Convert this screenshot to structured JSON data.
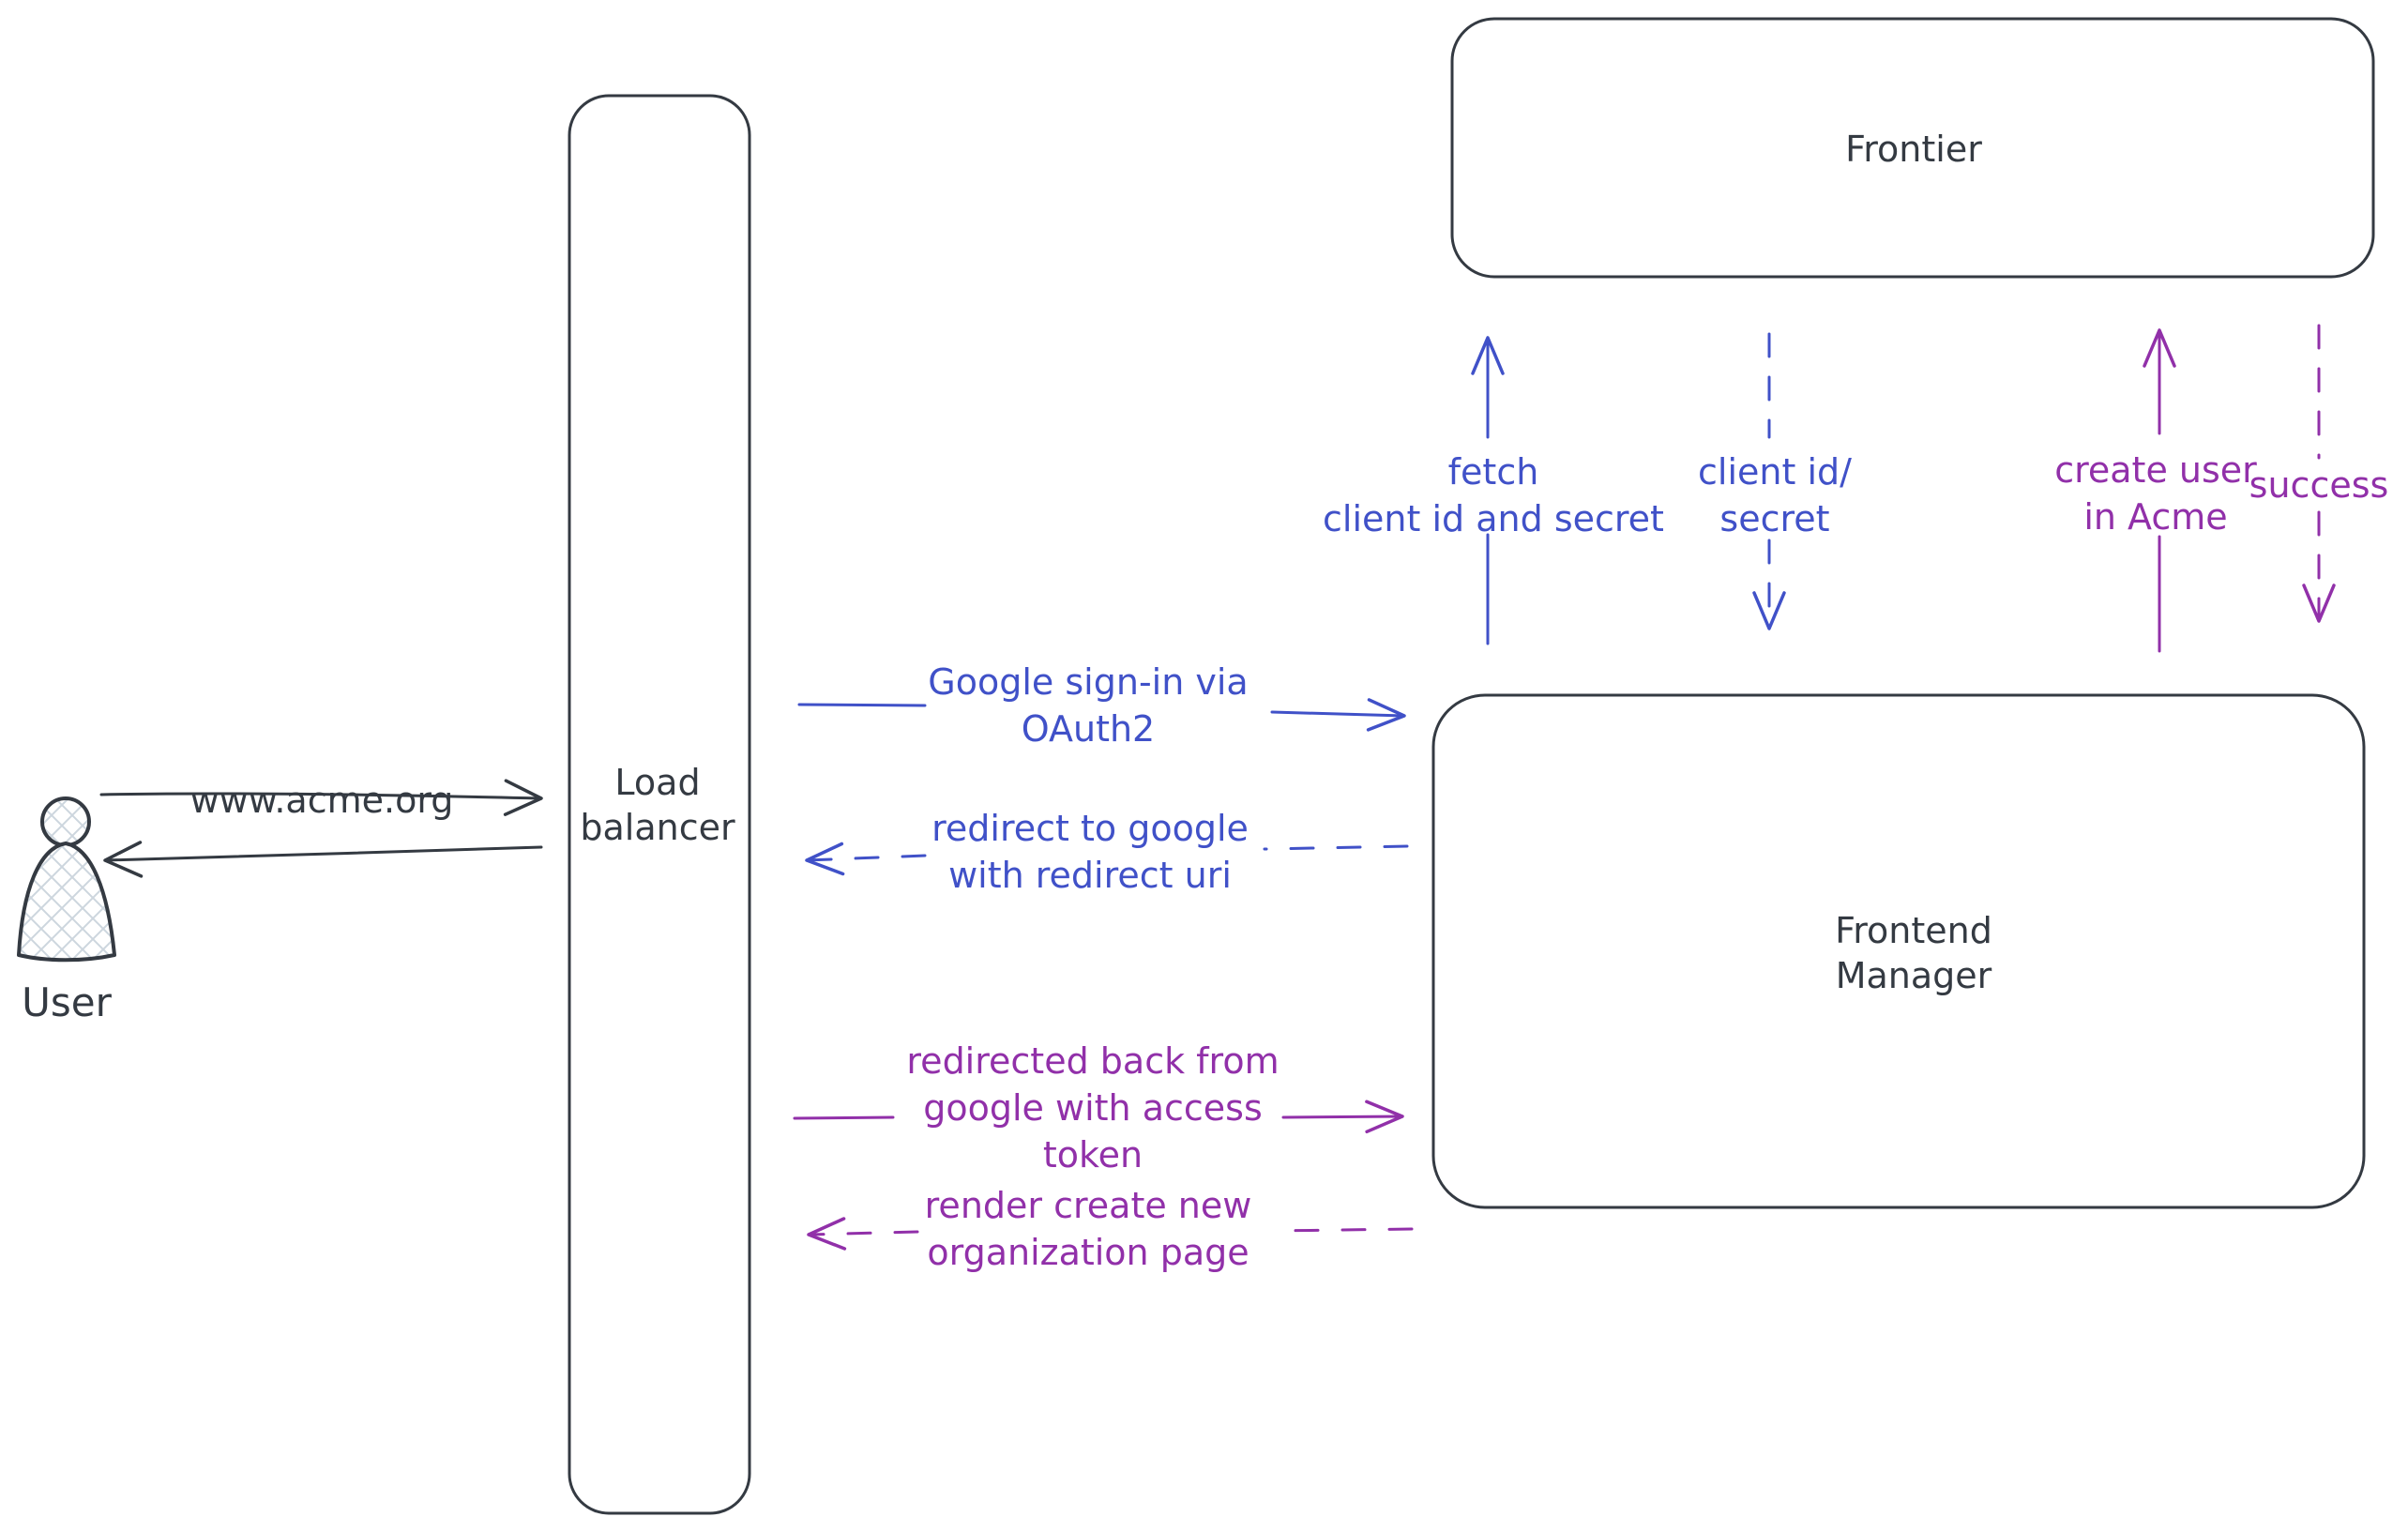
{
  "colors": {
    "stroke": "#343a42",
    "blue": "#4051c8",
    "purple": "#9130a9",
    "hatch": "#cdd6de",
    "background": "#ffffff"
  },
  "nodes": {
    "user": {
      "label": "User"
    },
    "load_balancer": {
      "label": "Load\nbalancer"
    },
    "frontier": {
      "label": "Frontier"
    },
    "frontend_manager": {
      "label": "Frontend\nManager"
    }
  },
  "edges": {
    "www_acme": {
      "label": "www.acme.org",
      "style": "solid",
      "color": "dark"
    },
    "response_to_user": {
      "label": "",
      "style": "solid",
      "color": "dark"
    },
    "google_signin": {
      "label": "Google sign-in via\nOAuth2",
      "style": "solid",
      "color": "blue"
    },
    "redirect_to_google": {
      "label": "redirect to google\nwith redirect uri",
      "style": "dashed",
      "color": "blue"
    },
    "fetch_client_id": {
      "label": "fetch\nclient id and secret",
      "style": "solid",
      "color": "blue"
    },
    "client_id_secret": {
      "label": "client id/\nsecret",
      "style": "dashed",
      "color": "blue"
    },
    "create_user": {
      "label": "create user\nin Acme",
      "style": "solid",
      "color": "purple"
    },
    "success": {
      "label": "success",
      "style": "dashed",
      "color": "purple"
    },
    "redirected_back": {
      "label": "redirected back from\ngoogle with access\ntoken",
      "style": "solid",
      "color": "purple"
    },
    "render_org_page": {
      "label": "render create new\norganization page",
      "style": "dashed",
      "color": "purple"
    }
  }
}
